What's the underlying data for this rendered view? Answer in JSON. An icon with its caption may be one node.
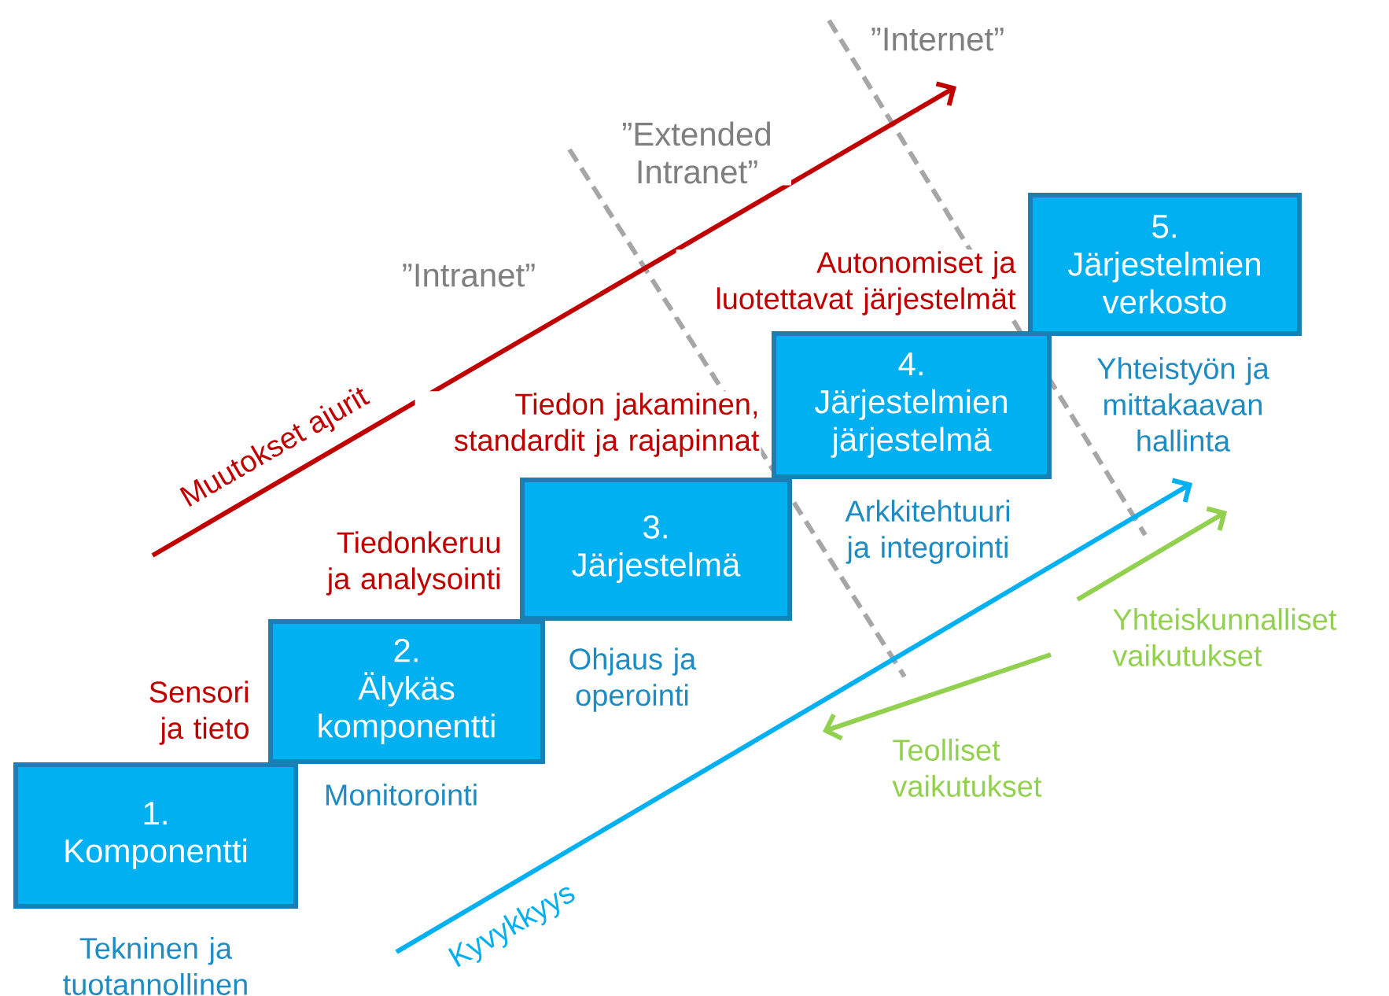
{
  "diagram": {
    "nodes": [
      {
        "text": [
          "1.",
          "Komponentti"
        ],
        "beside": [
          "Tekninen ja tuotannollinen"
        ]
      },
      {
        "text": [
          "2.",
          "Älykäs komponentti"
        ],
        "beside": [
          "Monitorointi"
        ]
      },
      {
        "text": [
          "3.",
          "Järjestelmä"
        ],
        "beside": [
          "Ohjaus ja operointi"
        ]
      },
      {
        "text": [
          "4.",
          "Järjestelmien järjestelmä"
        ],
        "beside": [
          "Arkkitehtuuri ja integrointi"
        ]
      },
      {
        "text": [
          "5.",
          "Järjestelmien verkosto"
        ],
        "beside": [
          "Yhteistyön ja mittakaavan hallinta"
        ]
      }
    ],
    "labels": [
      "”Internet”",
      "”Extended Intranet”",
      "”Intranet”",
      "Autonomiset ja luotettavat järjestelmät",
      "Tiedon jakaminen, standardit ja rajapinnat",
      "Muutokset ajurit",
      "Tiedonkeruu ja analysointi",
      "Sensori ja tieto",
      "Yhteiskunnalliset vaikutukset",
      "Teolliset vaikutukset",
      "Kyvykkyys"
    ]
  }
}
